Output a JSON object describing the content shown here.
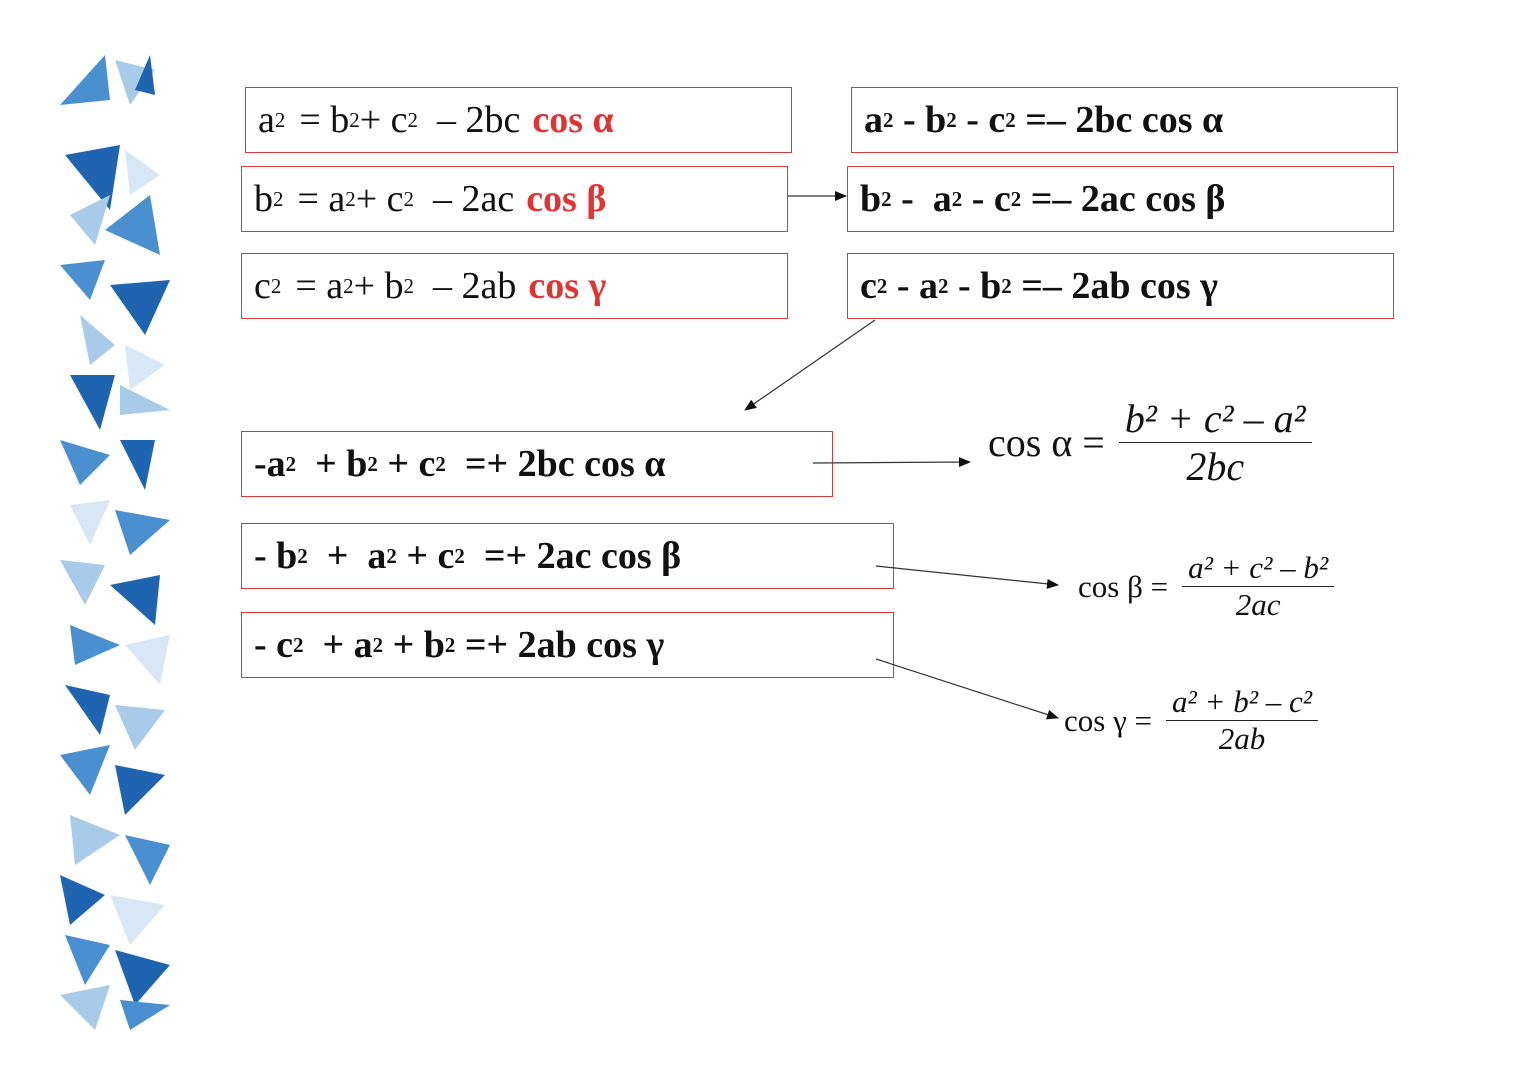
{
  "colors": {
    "accent": "#e23232",
    "box_border": "#d83a3a",
    "deco_dark": "#1f64b0",
    "deco_mid": "#4a8fd0",
    "deco_light": "#a9cbea"
  },
  "law": {
    "a": {
      "lhs": "a",
      "rhs_1": "= b",
      "rhs_2": " + c",
      "rhs_3": "  – 2bc",
      "cos": "cos α"
    },
    "b": {
      "lhs": "b",
      "rhs_1": "= a",
      "rhs_2": " + c",
      "rhs_3": "  – 2ac",
      "cos": "cos β"
    },
    "c": {
      "lhs": "c",
      "rhs_1": "= a",
      "rhs_2": " + b",
      "rhs_3": "  – 2ab",
      "cos": "cos γ"
    },
    "sq": "2"
  },
  "moved": {
    "a": {
      "p1": "a",
      "p2": " - b",
      "p3": " - c",
      "p4": " =– 2bc cos α"
    },
    "b": {
      "p1": "b",
      "p2": " -  a",
      "p3": " - c",
      "p4": " =– 2ac cos β"
    },
    "c": {
      "p1": "c",
      "p2": " - a",
      "p3": " - b",
      "p4": " =– 2ab cos γ"
    }
  },
  "neg": {
    "a": {
      "p1": "-a",
      "p2": "  + b",
      "p3": " + c",
      "p4": "  =+ 2bc cos α"
    },
    "b": {
      "p1": "- b",
      "p2": "  +  a",
      "p3": " + c",
      "p4": "  =+ 2ac cos β"
    },
    "c": {
      "p1": "- c",
      "p2": "  + a",
      "p3": " + b",
      "p4": " =+ 2ab cos γ"
    }
  },
  "result": {
    "alpha": {
      "lhs": "cos α =",
      "num": "b² + c² – a²",
      "den": "2bc"
    },
    "beta": {
      "lhs": "cos β =",
      "num": "a² + c² – b²",
      "den": "2ac"
    },
    "gamma": {
      "lhs": "cos γ =",
      "num": "a² + b² – c²",
      "den": "2ab"
    }
  }
}
